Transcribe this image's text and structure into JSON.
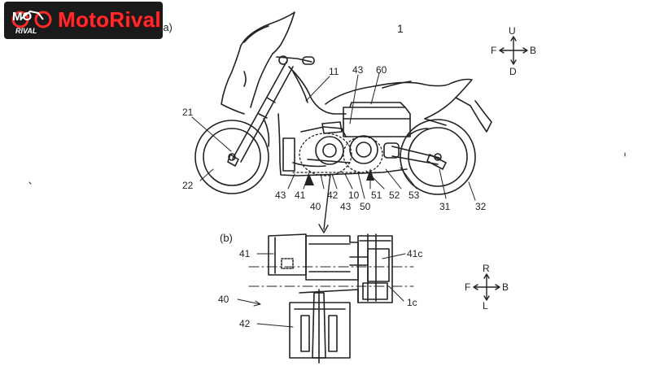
{
  "brand": {
    "name": "MotoRival",
    "mark_text": "MO",
    "mark_sub": "RIVAL",
    "text_color": "#ff2a2a",
    "bg_color": "#1a1a1a"
  },
  "figure": {
    "number": "1",
    "panel_a": "(a)",
    "panel_b": "(b)"
  },
  "compass_top": {
    "up": "U",
    "down": "D",
    "left": "F",
    "right": "B"
  },
  "compass_bottom": {
    "up": "R",
    "down": "L",
    "left": "F",
    "right": "B"
  },
  "labels_a": {
    "l11": "11",
    "l21": "21",
    "l22": "22",
    "l31": "31",
    "l32": "32",
    "l40": "40",
    "l41": "41",
    "l42": "42",
    "l43a": "43",
    "l43b": "43",
    "l43c": "43",
    "l10": "10",
    "l50": "50",
    "l51": "51",
    "l52": "52",
    "l53": "53",
    "l60": "60"
  },
  "labels_b": {
    "l41": "41",
    "l40": "40",
    "l42": "42",
    "l41c": "41c",
    "l1c": "1c"
  }
}
